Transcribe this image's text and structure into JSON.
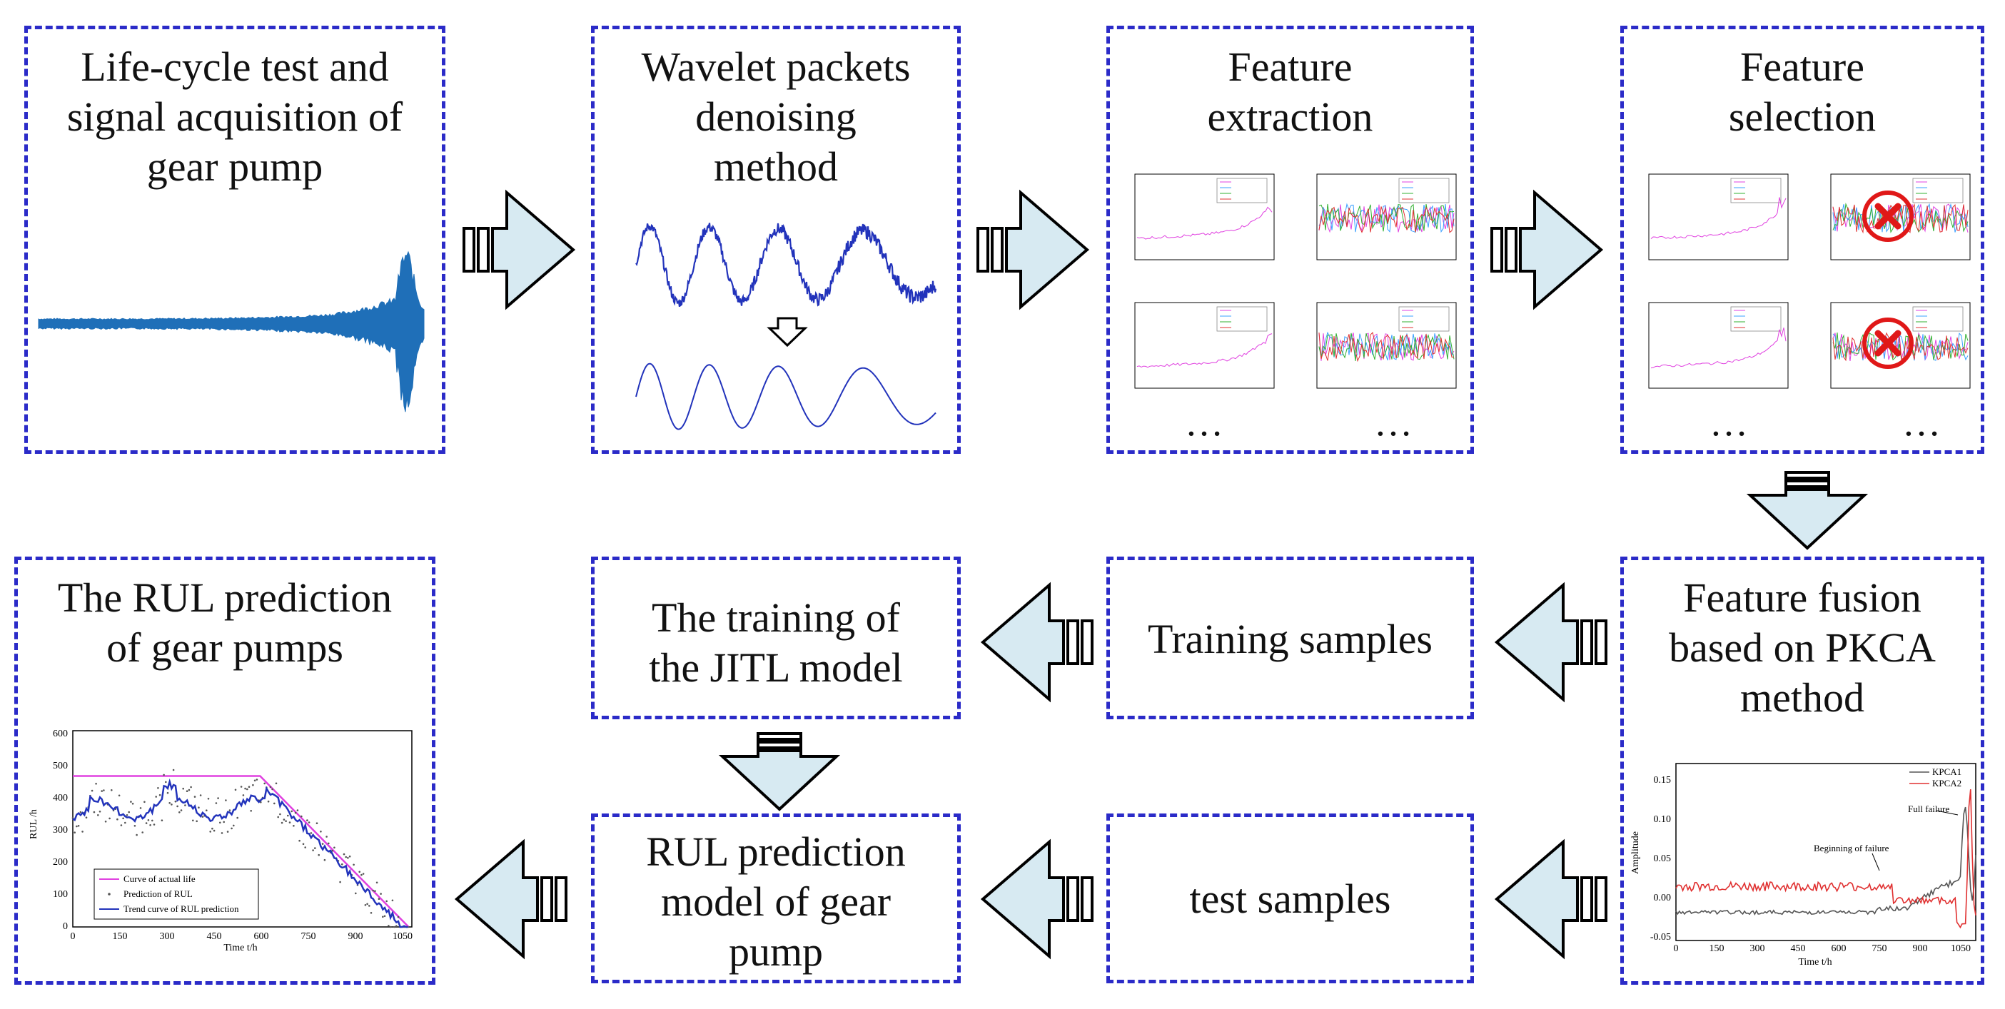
{
  "boxes": {
    "life_cycle": "Life-cycle test and\nsignal acquisition of\ngear pump",
    "wavelet": "Wavelet packets\ndenoising\nmethod",
    "feature_extraction": "Feature\nextraction",
    "feature_selection": "Feature\nselection",
    "feature_fusion": "Feature fusion\nbased on PKCA\nmethod",
    "training_samples": "Training samples",
    "jitl_training": "The training of\nthe JITL model",
    "rul_prediction": "The RUL prediction\nof gear pumps",
    "test_samples": "test samples",
    "rul_model": "RUL prediction\nmodel of gear\npump"
  },
  "ellipsis": "…",
  "fusion_chart": {
    "legend": [
      "KPCA1",
      "KPCA2"
    ],
    "annotations": [
      "Full failure",
      "Beginning of failure"
    ],
    "ylabel": "Amplitude",
    "xlabel": "Time t/h",
    "yticks": [
      "0.15",
      "0.10",
      "0.05",
      "0.00",
      "-0.05"
    ],
    "xticks": [
      "0",
      "150",
      "300",
      "450",
      "600",
      "750",
      "900",
      "1050"
    ]
  },
  "rul_chart": {
    "legend": [
      "Curve of actual life",
      "Prediction of RUL",
      "Trend curve of RUL prediction"
    ],
    "ylabel": "RUL /h",
    "xlabel": "Time t/h",
    "yticks": [
      "600",
      "500",
      "400",
      "300",
      "200",
      "100",
      "0"
    ],
    "xticks": [
      "0",
      "150",
      "300",
      "450",
      "600",
      "750",
      "900",
      "1050"
    ]
  },
  "colors": {
    "border": "#2b2bc8",
    "arrow_fill": "#d7eaf2",
    "signal_blue": "#1f6fb8",
    "wave_blue": "#2233bb",
    "reject_red": "#e01818"
  }
}
